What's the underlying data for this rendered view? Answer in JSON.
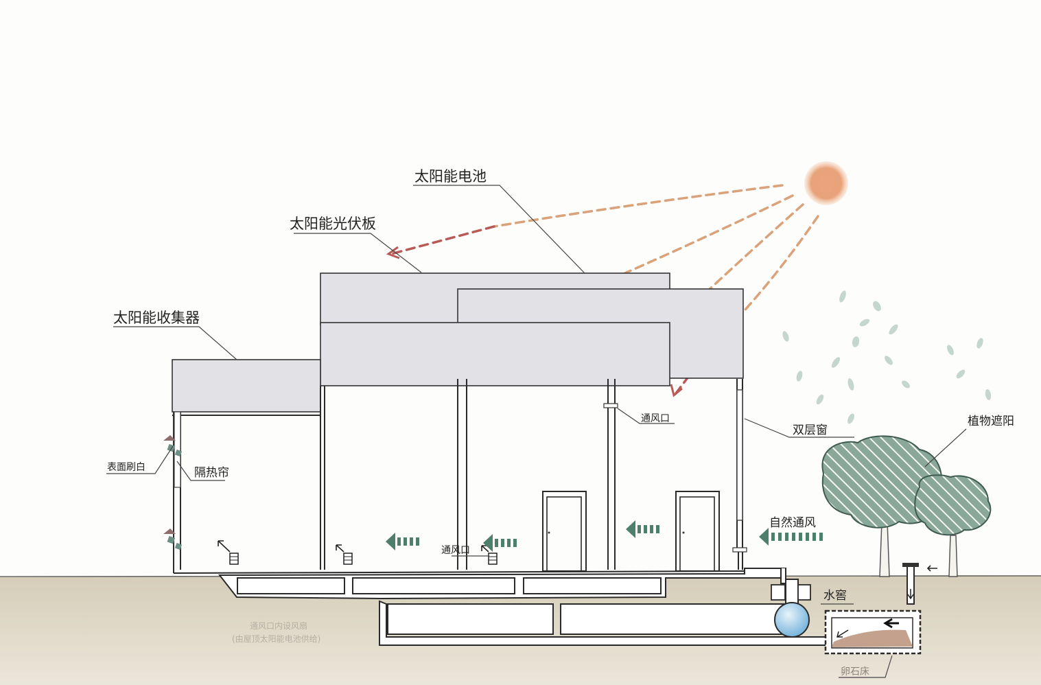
{
  "labels": {
    "solar_battery": "太阳能电池",
    "pv_panel": "太阳能光伏板",
    "solar_collector": "太阳能收集器",
    "surface_white": "表面刷白",
    "insulation_curtain": "隔热帘",
    "vent_upper": "通风口",
    "vent_lower": "通风口",
    "double_window": "双层窗",
    "plant_shading": "植物遮阳",
    "natural_ventilation": "自然通风",
    "water_cellar": "水窖",
    "pebble_bed": "卵石床",
    "fan_note_line1": "通风口内设风扇",
    "fan_note_line2": "(由屋顶太阳能电池供给)"
  },
  "colors": {
    "sun": "#e8a37a",
    "ray_warm": "#d9a27a",
    "ray_red": "#b85a55",
    "ground": "#cfc7b2",
    "roof": "#e2e2e6",
    "vent_arrow": "#4e7f6d",
    "tree_canopy": "#7a9a8b",
    "water": "#a9d2ea"
  }
}
